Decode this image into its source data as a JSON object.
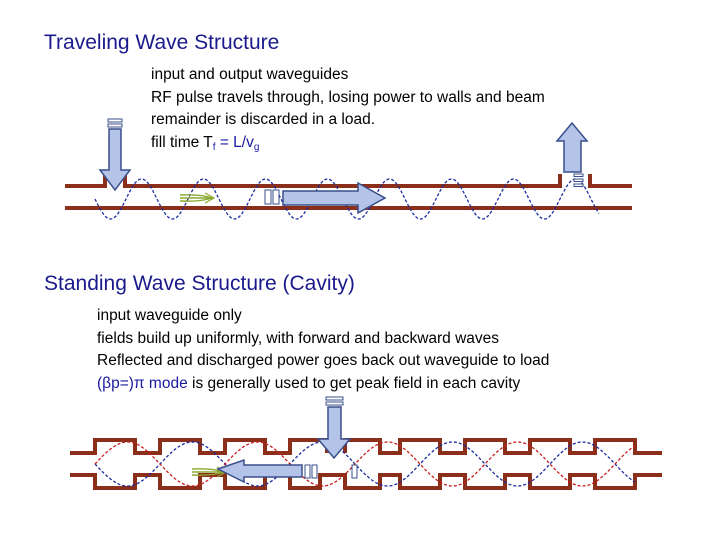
{
  "traveling": {
    "title": "Traveling Wave Structure",
    "line1": "input and output waveguides",
    "line2": "RF pulse travels through, losing power to walls and beam",
    "line3": "remainder is discarded in a load.",
    "fill_prefix": "fill time T",
    "fill_sub1": "f",
    "fill_mid": " = L/v",
    "fill_sub2": "g"
  },
  "standing": {
    "title": "Standing Wave Structure (Cavity)",
    "line1": "input waveguide only",
    "line2": "fields build up uniformly, with forward and backward waves",
    "line3": "Reflected and discharged power goes back out waveguide to load",
    "line4_symbol": "(βp=)π",
    "line4_mode": " mode",
    "line4_rest": " is generally used to get peak field in each cavity"
  },
  "colors": {
    "title": "#1a1a8c",
    "wall": "#8b2e1a",
    "arrow_fill": "#b4c4e8",
    "arrow_stroke": "#3a4f8c",
    "wave_blue": "#1a2aa0",
    "wave_red": "#c81e1e",
    "beam_green": "#8aa830"
  }
}
